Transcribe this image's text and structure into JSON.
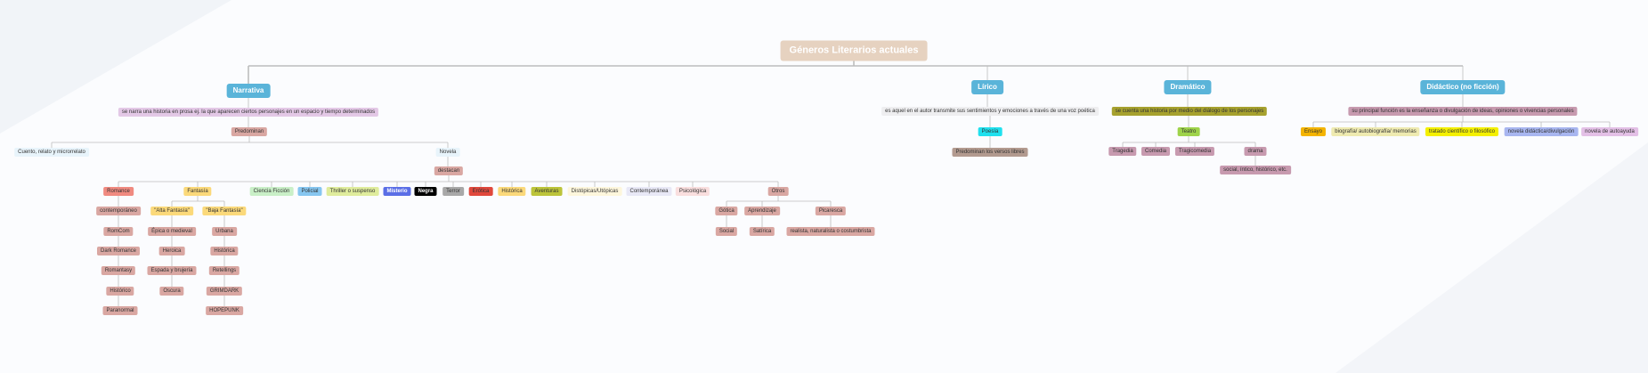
{
  "root": "Géneros Literarios actuales",
  "narrativa": {
    "title": "Narrativa",
    "desc": "se narra una historia en prosa ej. la que aparecen ciertos personajes en un espacio y tiempo determinados",
    "predominan": "Predominan",
    "cuento": "Cuento, relato y microrrelato",
    "novela": "Novela",
    "destacan": "destacan",
    "genres": {
      "romance": "Romance",
      "fantasia": "Fantasía",
      "ciencia": "Ciencia Ficción",
      "policial": "Policial",
      "thriller": "Thriller o suspenso",
      "misterio": "Misterio",
      "negra": "Negra",
      "terror": "Terror",
      "erotica": "Erótica",
      "historica": "Histórica",
      "aventuras": "Aventuras",
      "distopicas": "Distópicas/Utópicas",
      "contemporanea": "Contemporánea",
      "psicologica": "Psicológica",
      "otros": "Otros"
    },
    "romance_sub": [
      "contemporáneo",
      "RomCom",
      "Dark Romance",
      "Romantasy",
      "Histórico",
      "Paranormal"
    ],
    "alta": "\"Alta Fantasía\"",
    "alta_sub": [
      "Épica o medieval",
      "Heroica",
      "Espada y brujería",
      "Oscura"
    ],
    "baja": "\"Baja Fantasía\"",
    "baja_sub": [
      "Urbana",
      "Histórica",
      "Retellings",
      "GRIMDARK",
      "HOPEPUNK"
    ],
    "otros_sub": {
      "gotica": "Gótica",
      "social": "Social",
      "aprendizaje": "Aprendizaje",
      "satirica": "Satírica",
      "picaresca": "Picaresca",
      "realista": "realista, naturalista o costumbrista"
    }
  },
  "lirico": {
    "title": "Lírico",
    "desc": "es aquel en el autor transmite sus sentimientos y emociones a través de una voz poética",
    "poesia": "Poesía",
    "predominan": "Predominan los versos libres"
  },
  "dramatico": {
    "title": "Dramático",
    "desc": "se cuenta una historia por medio del diálogo de los personajes",
    "teatro": "Teatro",
    "tipos": [
      "Tragedia",
      "Comedia",
      "Tragicomedia",
      "drama"
    ],
    "drama_sub": "social, íntico, histórico, etc."
  },
  "didactico": {
    "title": "Didáctico (no ficción)",
    "desc": "su principal función es la enseñanza o divulgación de ideas, opiniones o vivencias personales",
    "tipos": [
      "Ensayo",
      "biografía/ autobiografía/ memorias",
      "tratado científico o filosófico",
      "novela didáctica/divulgación",
      "novela de autoayuda"
    ]
  },
  "colors": {
    "root": "#e6d2c0",
    "main": "#5ab4d9",
    "pink": "#d9a7a2",
    "lavender": "#e3c8e6",
    "line": "#bdbdbd"
  }
}
